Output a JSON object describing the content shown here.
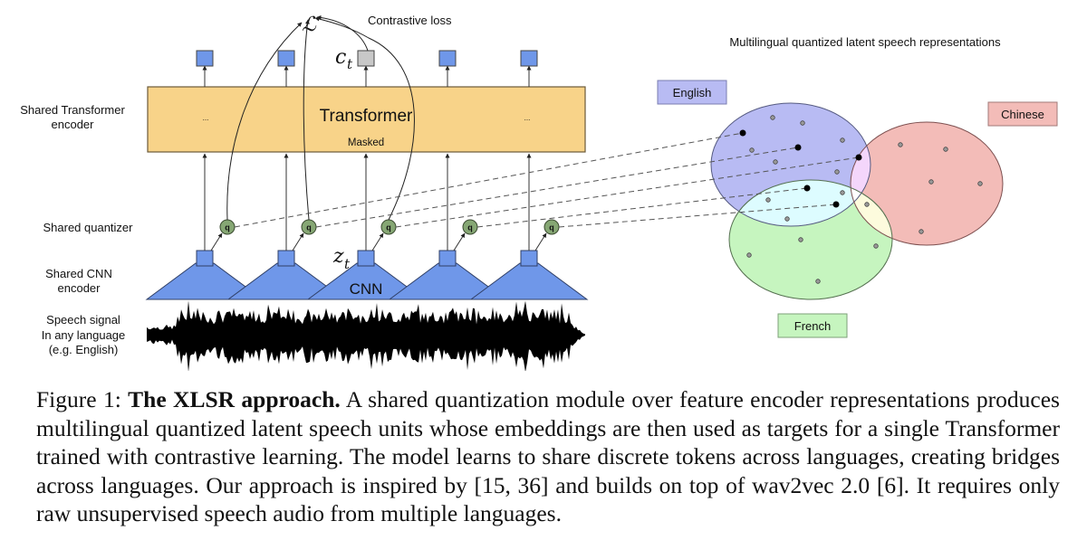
{
  "figure": {
    "left_labels": {
      "transformer": [
        "Shared Transformer",
        "encoder"
      ],
      "quantizer": "Shared quantizer",
      "cnn": [
        "Shared CNN",
        "encoder"
      ],
      "speech": [
        "Speech signal",
        "In any language",
        "(e.g. English)"
      ]
    },
    "contrastive_loss_label": "Contrastive loss",
    "loss_symbol": "ℒ",
    "context_symbol": "c",
    "context_subscript": "t",
    "latent_symbol": "z",
    "latent_subscript": "t",
    "transformer_title": "Transformer",
    "transformer_masked": "Masked",
    "ellipsis": "...",
    "quantizer_glyph": "q",
    "cnn_label": "CNN",
    "num_timesteps": 5,
    "masked_timestep_index": 2,
    "right_title": "Multilingual quantized latent speech representations",
    "languages": [
      {
        "name": "English",
        "color": "#b8bbf3"
      },
      {
        "name": "Chinese",
        "color": "#f3bcb8"
      },
      {
        "name": "French",
        "color": "#c6f5bf"
      }
    ],
    "colors": {
      "transformer": "#f8d389",
      "cnn": "#6f97e9",
      "output_box": "#6f97e9",
      "context_box": "#c8c8c8",
      "quantizer": "#86a774"
    }
  },
  "caption": {
    "prefix": "Figure 1: ",
    "bold": "The XLSR approach.",
    "text": " A shared quantization module over feature encoder representations produces multilingual quantized latent speech units whose embeddings are then used as targets for a single Transformer trained with contrastive learning. The model learns to share discrete tokens across languages, creating bridges across languages. Our approach is inspired by [15, 36] and builds on top of wav2vec 2.0 [6]. It requires only raw unsupervised speech audio from multiple languages."
  }
}
